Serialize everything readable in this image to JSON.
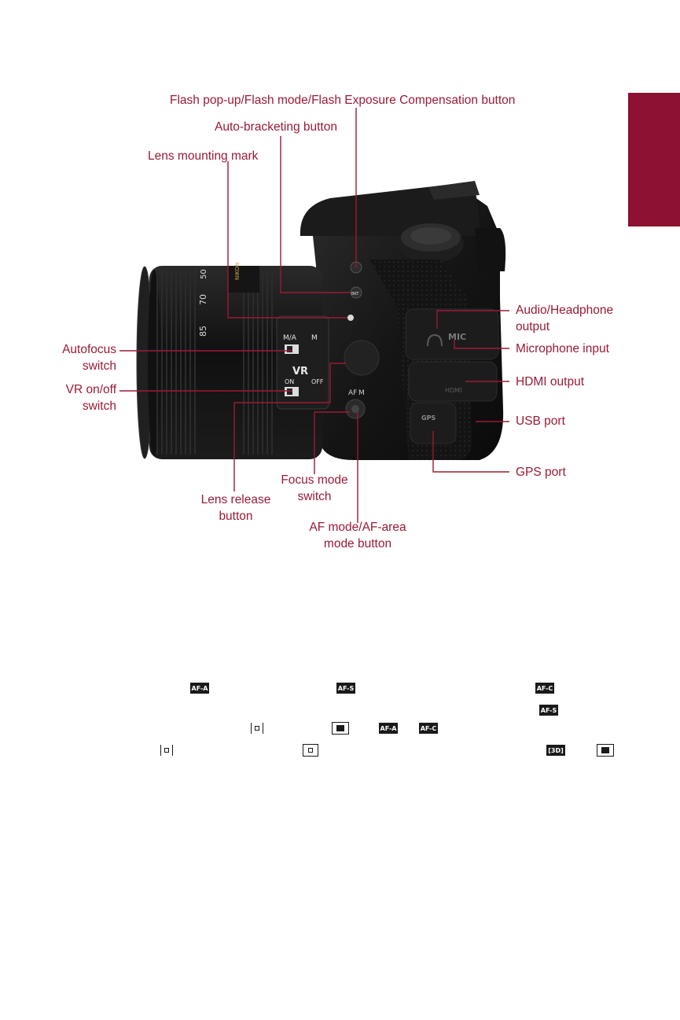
{
  "labels": {
    "flash_button": "Flash pop-up/Flash mode/Flash Exposure Compensation button",
    "auto_bracketing": "Auto-bracketing button",
    "lens_mounting_mark": "Lens mounting mark",
    "audio_headphone_l1": "Audio/Headphone",
    "audio_headphone_l2": "output",
    "microphone_input": "Microphone input",
    "hdmi_output": "HDMI output",
    "usb_port": "USB port",
    "gps_port": "GPS port",
    "autofocus_l1": "Autofocus",
    "autofocus_l2": "switch",
    "vr_l1": "VR on/off",
    "vr_l2": "switch",
    "focus_mode_l1": "Focus mode",
    "focus_mode_l2": "switch",
    "lens_release_l1": "Lens release",
    "lens_release_l2": "button",
    "af_mode_l1": "AF mode/AF-area",
    "af_mode_l2": "mode button"
  },
  "camera": {
    "lens_markings": [
      "70",
      "85",
      "50"
    ],
    "switch_ma": "M/A",
    "switch_m": "M",
    "switch_vr": "VR",
    "switch_on": "ON",
    "switch_off": "OFF",
    "mic_text": "MIC",
    "gps_text": "GPS",
    "hdmi_text": "HDMI",
    "af_text": "AF",
    "m_text": "M",
    "bkt_text": "BKT"
  },
  "icons": {
    "af_a": "AF-A",
    "af_s": "AF-S",
    "af_c": "AF-C",
    "three_d": "[3D]"
  },
  "colors": {
    "accent": "#9a1b35",
    "tab": "#8d1130",
    "camera_body": "#161616"
  }
}
